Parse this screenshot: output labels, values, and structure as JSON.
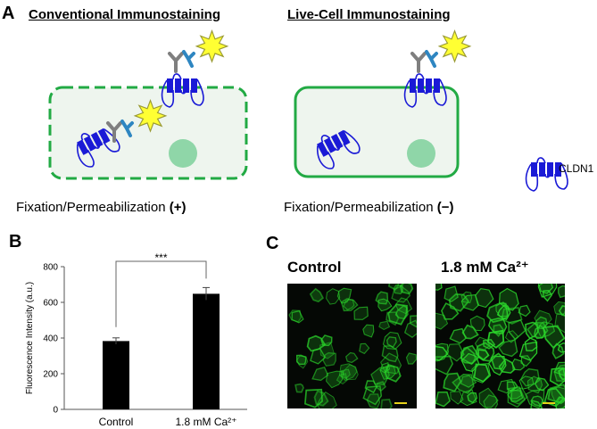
{
  "panel_a": {
    "letter": "A",
    "left_title": "Conventional Immunostaining",
    "right_title": "Live-Cell Immunostaining",
    "left_caption": "Fixation/Permeabilization",
    "left_sign": "(+)",
    "right_caption": "Fixation/Permeabilization",
    "right_sign": "(−)",
    "legend_label": "CLDN1",
    "colors": {
      "cell_fill": "#eef5ee",
      "cell_border": "#22aa44",
      "nucleus": "#8fd6a8",
      "claudin": "#1a1ad6",
      "antibody_primary": "#7f7f7f",
      "antibody_secondary": "#2e86c1",
      "fluor_fill": "#ffff33",
      "fluor_stroke": "#9a9a33"
    }
  },
  "panel_b": {
    "letter": "B",
    "significance": "***"
  },
  "panel_c": {
    "letter": "C",
    "labels": [
      "Control",
      "1.8 mM Ca²⁺"
    ],
    "stain_color": "#2bd62b"
  },
  "chart_data": {
    "type": "bar",
    "categories": [
      "Control",
      "1.8 mM Ca2+"
    ],
    "category_labels": [
      "Control",
      "1.8 mM Ca²⁺"
    ],
    "values": [
      383,
      648
    ],
    "errors": [
      18,
      35
    ],
    "ylabel": "Fluorescence Intensity (a.u.)",
    "ylim": [
      0,
      800
    ],
    "yticks": [
      0,
      200,
      400,
      600,
      800
    ],
    "bar_color": "#000000",
    "grid": false
  }
}
